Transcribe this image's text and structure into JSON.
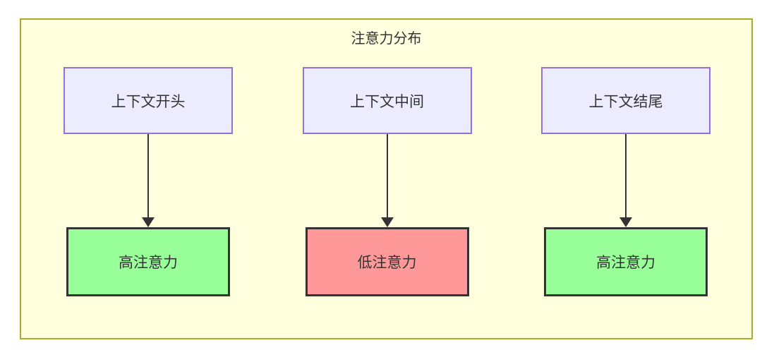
{
  "diagram": {
    "title": "注意力分布",
    "columns": [
      {
        "source": "上下文开头",
        "target": "高注意力",
        "target_color": "#99ff99"
      },
      {
        "source": "上下文中间",
        "target": "低注意力",
        "target_color": "#ff9999"
      },
      {
        "source": "上下文结尾",
        "target": "高注意力",
        "target_color": "#99ff99"
      }
    ],
    "colors": {
      "canvas_bg": "#ffffff",
      "container_bg": "#ffffde",
      "container_border": "#aaaa33",
      "source_box_bg": "#ececff",
      "source_box_border": "#9370db",
      "high_attention_bg": "#99ff99",
      "low_attention_bg": "#ff9999",
      "target_box_border": "#333333",
      "arrow_color": "#333333",
      "text_color": "#333333"
    }
  }
}
